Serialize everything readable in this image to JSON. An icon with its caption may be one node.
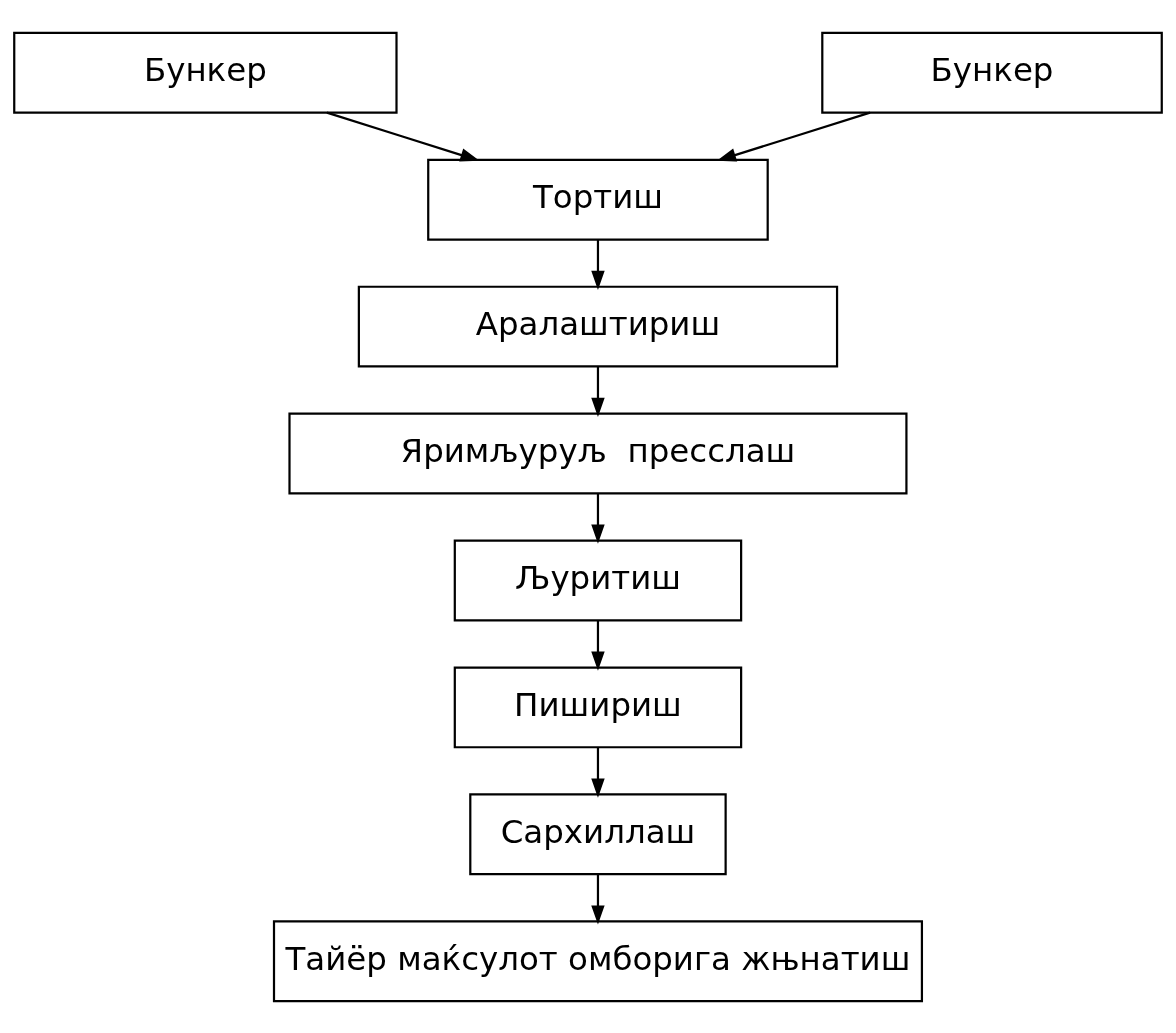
{
  "diagram": {
    "nodes": [
      {
        "text": [
          "Бункер"
        ]
      },
      {
        "text": [
          "Бункер"
        ]
      },
      {
        "text": [
          "Тортиш"
        ]
      },
      {
        "text": [
          "Аралаштириш"
        ]
      },
      {
        "text": [
          "Яримљуруљ  пресслаш"
        ]
      },
      {
        "text": [
          "Љуритиш"
        ]
      },
      {
        "text": [
          "Пишириш"
        ]
      },
      {
        "text": [
          "Сархиллаш"
        ]
      },
      {
        "text": [
          "Тайёр маќсулот омборига жњнатиш"
        ]
      }
    ],
    "edges": [
      {
        "from": 0,
        "to": 2,
        "arrow": "to"
      },
      {
        "from": 1,
        "to": 2,
        "arrow": "to"
      },
      {
        "from": 2,
        "to": 3,
        "arrow": "to"
      },
      {
        "from": 3,
        "to": 4,
        "arrow": "to"
      },
      {
        "from": 4,
        "to": 5,
        "arrow": "to"
      },
      {
        "from": 5,
        "to": 6,
        "arrow": "to"
      },
      {
        "from": 6,
        "to": 7,
        "arrow": "to"
      },
      {
        "from": 7,
        "to": 8,
        "arrow": "to"
      }
    ]
  }
}
